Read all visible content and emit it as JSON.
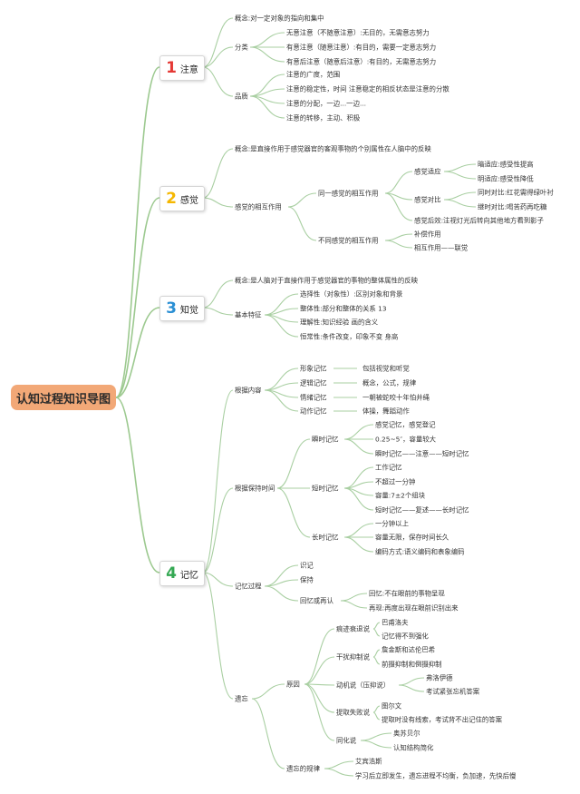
{
  "root": {
    "title": "认知过程知识导图"
  },
  "colors": {
    "attention": "#e53935",
    "sensation": "#f5b700",
    "perception": "#2a8fd4",
    "memory": "#34a853",
    "root_fill": "#f2a877",
    "connector": "#a9cfa2"
  },
  "topics": {
    "attention": {
      "num": "1",
      "label": "注意"
    },
    "sensation": {
      "num": "2",
      "label": "感觉"
    },
    "perception": {
      "num": "3",
      "label": "知觉"
    },
    "memory": {
      "num": "4",
      "label": "记忆"
    }
  },
  "attention": {
    "concept": "概念:对一定对象的指向和集中",
    "classification": {
      "label": "分类",
      "items": [
        "无意注意（不随意注意）:无目的，无需意志努力",
        "有意注意（随意注意）:有目的，需要一定意志努力",
        "有意后注意（随意后注意）:有目的，无需意志努力"
      ]
    },
    "quality": {
      "label": "品质",
      "items": [
        "注意的广度，范围",
        "注意的稳定性，时间 注意稳定的相反状态是注意的分散",
        "注意的分配，一边...一边...",
        "注意的转移，主动、积极"
      ]
    }
  },
  "sensation": {
    "concept": "概念:是直接作用于感觉器官的客观事物的个别属性在人脑中的反映",
    "interaction": {
      "label": "感觉的相互作用",
      "same": {
        "label": "同一感觉的相互作用",
        "adaptation": {
          "label": "感觉适应",
          "items": [
            "暗适应:感受性提高",
            "明适应:感受性降低"
          ]
        },
        "contrast": {
          "label": "感觉对比",
          "items": [
            "同时对比:红花需得绿叶衬",
            "继时对比:喝苦药再吃糖"
          ]
        },
        "afterimage": "感觉后效:注视灯光后转向其他地方看到影子"
      },
      "different": {
        "label": "不同感觉的相互作用",
        "items": [
          "补偿作用",
          "相互作用——联觉"
        ]
      }
    }
  },
  "perception": {
    "concept": "概念:是人脑对于直接作用于感觉器官的事物的整体属性的反映",
    "features": {
      "label": "基本特征",
      "items": [
        "选择性（对象性）:区别对象和背景",
        "整体性:部分和整体的关系 13",
        "理解性:知识经验 画的含义",
        "恒常性:条件改变，印象不变 身高"
      ]
    }
  },
  "memory": {
    "content": {
      "label": "根据内容",
      "items": [
        {
          "label": "形象记忆",
          "detail": "包括视觉和听觉"
        },
        {
          "label": "逻辑记忆",
          "detail": "概念，公式，规律"
        },
        {
          "label": "情绪记忆",
          "detail": "一朝被蛇咬十年怕井绳"
        },
        {
          "label": "动作记忆",
          "detail": "体操，舞蹈动作"
        }
      ]
    },
    "retention": {
      "label": "根据保持时间",
      "instant": {
        "label": "瞬时记忆",
        "items": [
          "感觉记忆，感觉登记",
          "0.25~5″，容量较大",
          "瞬时记忆——注意——短时记忆"
        ]
      },
      "short": {
        "label": "短时记忆",
        "items": [
          "工作记忆",
          "不超过一分钟",
          "容量:7±2个组块",
          "短时记忆——复述——长时记忆"
        ]
      },
      "long": {
        "label": "长时记忆",
        "items": [
          "一分钟以上",
          "容量无限，保存时间长久",
          "编码方式:语义编码和表象编码"
        ]
      }
    },
    "process": {
      "label": "记忆过程",
      "items": [
        "识记",
        "保持"
      ],
      "recall": {
        "label": "回忆或再认",
        "items": [
          "回忆:不在眼前的事物呈现",
          "再现:再度出现在眼前识别出来"
        ]
      }
    },
    "forgetting": {
      "label": "遗忘",
      "causes": {
        "label": "原因",
        "decay": {
          "label": "痕迹衰退说",
          "items": [
            "巴甫洛夫",
            "记忆得不到强化"
          ]
        },
        "interference": {
          "label": "干扰抑制说",
          "items": [
            "詹金斯和达伦巴希",
            "前摄抑制和倒摄抑制"
          ]
        },
        "motivation": {
          "label": "动机说（压抑说）",
          "items": [
            "弗洛伊德",
            "考试紧张忘机答案"
          ]
        },
        "retrieval": {
          "label": "提取失败说",
          "items": [
            "图尔文",
            "提取时没有线索，考试背不出记住的答案"
          ]
        },
        "assimilation": {
          "label": "同化说",
          "items": [
            "奥苏贝尔",
            "认知结构简化"
          ]
        }
      },
      "law": {
        "label": "遗忘的规律",
        "items": [
          "艾宾浩斯",
          "学习后立即发生，遗忘进程不均衡，负加速，先快后慢"
        ]
      }
    }
  }
}
